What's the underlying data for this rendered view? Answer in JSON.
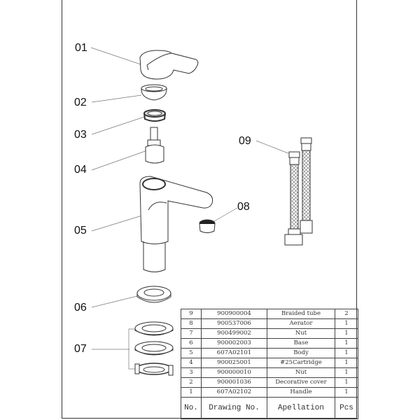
{
  "callouts": [
    "01",
    "02",
    "03",
    "04",
    "05",
    "06",
    "07",
    "08",
    "09"
  ],
  "parts_table": {
    "headers": [
      "No.",
      "Drawing No.",
      "Apellation",
      "Pcs"
    ],
    "rows": [
      {
        "no": "9",
        "drawing": "900900004",
        "name": "Braided tube",
        "pcs": "2"
      },
      {
        "no": "8",
        "drawing": "900537006",
        "name": "Aerator",
        "pcs": "1"
      },
      {
        "no": "7",
        "drawing": "900499002",
        "name": "Nut",
        "pcs": "1"
      },
      {
        "no": "6",
        "drawing": "900002003",
        "name": "Base",
        "pcs": "1"
      },
      {
        "no": "5",
        "drawing": "607A02101",
        "name": "Body",
        "pcs": "1"
      },
      {
        "no": "4",
        "drawing": "900025001",
        "name": "#25Cartridge",
        "pcs": "1"
      },
      {
        "no": "3",
        "drawing": "900000010",
        "name": "Nut",
        "pcs": "1"
      },
      {
        "no": "2",
        "drawing": "900001036",
        "name": "Decorative cover",
        "pcs": "1"
      },
      {
        "no": "1",
        "drawing": "607A02102",
        "name": "Handle",
        "pcs": "1"
      }
    ]
  }
}
